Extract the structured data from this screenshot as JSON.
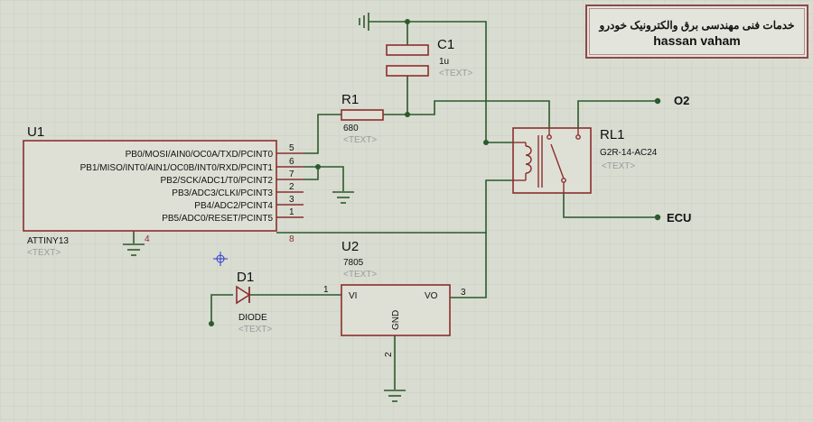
{
  "components": {
    "u1": {
      "ref": "U1",
      "part": "ATTINY13",
      "text_placeholder": "<TEXT>",
      "pins": [
        {
          "label": "PB0/MOSI/AIN0/OC0A/TXD/PCINT0",
          "number": "5"
        },
        {
          "label": "PB1/MISO/INT0/AIN1/OC0B/INT0/RXD/PCINT1",
          "number": "6"
        },
        {
          "label": "PB2/SCK/ADC1/T0/PCINT2",
          "number": "7"
        },
        {
          "label": "PB3/ADC3/CLKI/PCINT3",
          "number": "2"
        },
        {
          "label": "PB4/ADC2/PCINT4",
          "number": "3"
        },
        {
          "label": "PB5/ADC0/RESET/PCINT5",
          "number": "1"
        }
      ],
      "gnd_pin": "4",
      "vcc_pin": "8"
    },
    "r1": {
      "ref": "R1",
      "value": "680",
      "text_placeholder": "<TEXT>"
    },
    "c1": {
      "ref": "C1",
      "value": "1u",
      "text_placeholder": "<TEXT>"
    },
    "rl1": {
      "ref": "RL1",
      "value": "G2R-14-AC24",
      "text_placeholder": "<TEXT>"
    },
    "u2": {
      "ref": "U2",
      "value": "7805",
      "text_placeholder": "<TEXT>",
      "pin_vi": "VI",
      "pin_vo": "VO",
      "pin_gnd": "GND",
      "pin1": "1",
      "pin2": "2",
      "pin3": "3"
    },
    "d1": {
      "ref": "D1",
      "value": "DIODE",
      "text_placeholder": "<TEXT>"
    }
  },
  "terminals": {
    "o2": "O2",
    "ecu": "ECU"
  },
  "title_block": {
    "line1": "خدمات فنی مهندسی برق والکترونیک خودرو",
    "line2": "hassan vaham"
  },
  "colors": {
    "background": "#d9dcd1",
    "grid": "#c7cac0",
    "wire": "#2b5a2b",
    "component": "#8b2e2e",
    "component_fill": "#dfe0d5",
    "pin_text": "#111111",
    "placeholder_text": "#9a9a9a",
    "title_border": "#8b4a4a"
  }
}
